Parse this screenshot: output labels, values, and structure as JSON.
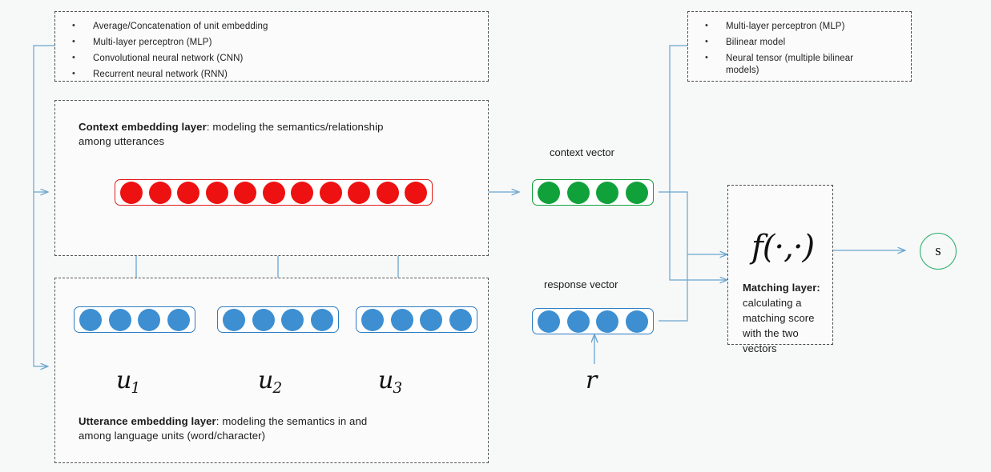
{
  "diagram": {
    "title": "Neural matching framework for multi-turn response selection",
    "colors": {
      "blue": "#3d8fd1",
      "blue_border": "#2d7cc0",
      "red": "#ee1111",
      "red_border": "#e01b1b",
      "green": "#11a13b",
      "score_border": "#2eae6b",
      "arrow": "#6aa6cf",
      "box_border": "#4a4a4a",
      "background": "#f7f8f8"
    }
  },
  "utterance_options_box": {
    "name": "utterance-embedding-options",
    "items": [
      "Average/Concatenation  of unit embedding",
      "Multi-layer perceptron (MLP)",
      "Convolutional  neural network (CNN)",
      "Recurrent neural network (RNN)"
    ]
  },
  "matching_options_box": {
    "name": "matching-function-options",
    "items": [
      "Multi-layer perceptron (MLP)",
      "Bilinear model",
      "Neural tensor (multiple bilinear models)"
    ]
  },
  "context_layer": {
    "title": "Context embedding layer",
    "separator": ": ",
    "description_line1": "modeling the semantics/relationship",
    "description_line2": "among utterances",
    "vector_units": 11
  },
  "utterance_layer": {
    "title": "Utterance embedding layer",
    "separator": ": ",
    "description_line1": "modeling the semantics in and",
    "description_line2": "among language units (word/character)",
    "utterances": [
      {
        "label_base": "u",
        "label_sub": "1",
        "units": 4
      },
      {
        "label_base": "u",
        "label_sub": "2",
        "units": 4
      },
      {
        "label_base": "u",
        "label_sub": "3",
        "units": 4
      }
    ]
  },
  "context_vector": {
    "label": "context vector",
    "units": 4
  },
  "response_vector": {
    "label": "response vector",
    "units": 4,
    "input_label": "r"
  },
  "matching_layer": {
    "function_symbol": "f(·,·)",
    "title": "Matching layer:",
    "description_line1": "calculating a",
    "description_line2": "matching score",
    "description_line3": "with the two",
    "description_line4": "vectors"
  },
  "score_node": {
    "label": "s"
  }
}
